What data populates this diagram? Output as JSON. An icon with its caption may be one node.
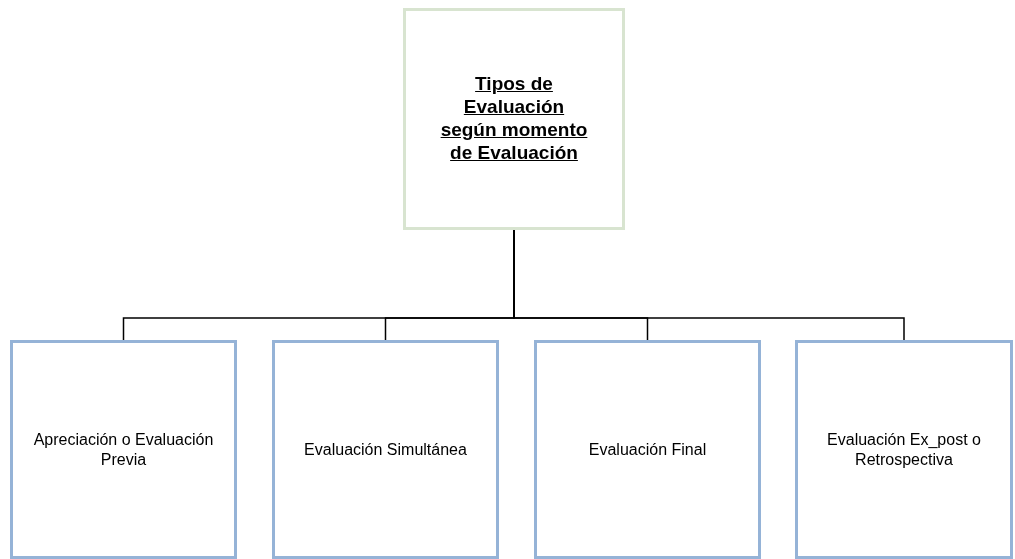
{
  "diagram": {
    "nodes": [
      {
        "text": [
          "Tipos de Evaluación según momento de Evaluación"
        ]
      },
      {
        "text": [
          "Apreciación o Evaluación Previa"
        ]
      },
      {
        "text": [
          "Evaluación Simultánea"
        ]
      },
      {
        "text": [
          "Evaluación Final"
        ]
      },
      {
        "text": [
          "Evaluación Ex_post o Retrospectiva"
        ]
      }
    ],
    "edges": [
      {
        "from": 0,
        "to": 1,
        "arrow": "none"
      },
      {
        "from": 0,
        "to": 2,
        "arrow": "none"
      },
      {
        "from": 0,
        "to": 3,
        "arrow": "none"
      },
      {
        "from": 0,
        "to": 4,
        "arrow": "none"
      }
    ]
  }
}
